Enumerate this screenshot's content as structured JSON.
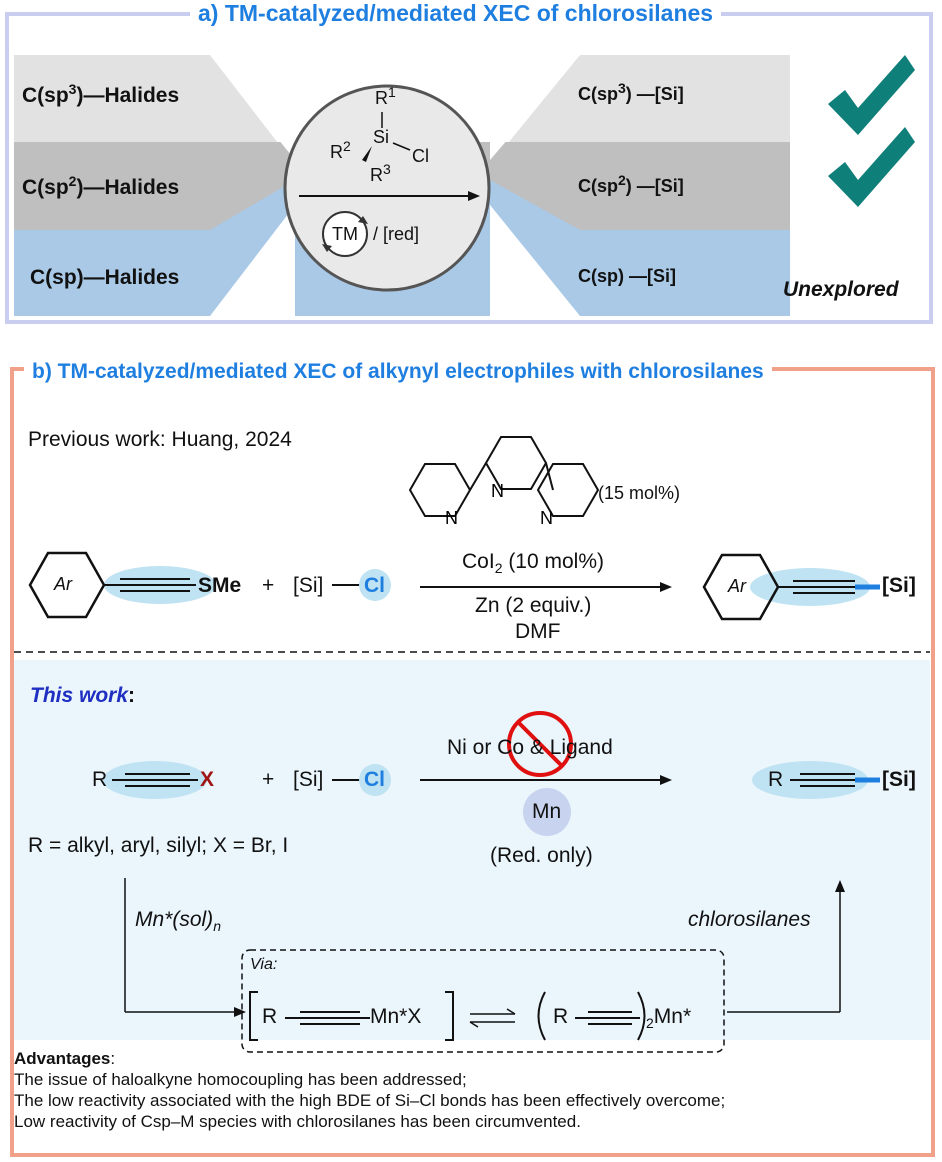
{
  "panel_a": {
    "title": "a) TM-catalyzed/mediated XEC of chlorosilanes",
    "left_rows": [
      "C(sp3)—Halides",
      "C(sp2)—Halides",
      "C(sp)—Halides"
    ],
    "right_rows": [
      "C(sp3) —[Si]",
      "C(sp2) —[Si]",
      "C(sp) —[Si]"
    ],
    "center": {
      "r1": "R1",
      "r2": "R2",
      "r3": "R3",
      "si": "Si",
      "cl": "Cl",
      "tm": "TM",
      "red": "/ [red]"
    },
    "status": [
      "check",
      "check",
      "Unexplored"
    ],
    "colors": {
      "row1": "#e0e0e0",
      "row2": "#bdbdbd",
      "row3": "#a9c9e6",
      "check": "#0f7f7a",
      "border": "#c9cdf0"
    }
  },
  "panel_b": {
    "title": "b) TM-catalyzed/mediated XEC of alkynyl electrophiles with chlorosilanes",
    "previous_work": "Previous work: Huang, 2024",
    "ligand_amount": "(15 mol%)",
    "row1": {
      "ar": "Ar",
      "sme": "SMe",
      "plus": "+",
      "si": "[Si]",
      "cl": "Cl",
      "catalyst": "CoI2 (10 mol%)",
      "reductant": "Zn (2 equiv.)",
      "solvent": "DMF",
      "product_si": "[Si]"
    },
    "this_work": "This work",
    "row2": {
      "r": "R",
      "x": "X",
      "plus": "+",
      "si": "[Si]",
      "cl": "Cl",
      "crossed": "Ni or Co & Ligand",
      "mn": "Mn",
      "red_only": "(Red. only)",
      "product_r": "R",
      "product_si": "[Si]"
    },
    "scope": "R = alkyl, aryl, silyl; X = Br, I",
    "mn_sol": "Mn*(sol)n",
    "chlorosilanes": "chlorosilanes",
    "via": "Via:",
    "intermediate1": "R——Mn*X",
    "intermediate2": "(R——)2Mn*",
    "advantages_title": "Advantages",
    "advantages": [
      "The issue of haloalkyne homocoupling has been addressed;",
      "The low reactivity associated with the high BDE of Si–Cl bonds has been effectively overcome;",
      "Low reactivity of Csp–M species with chlorosilanes has been circumvented."
    ],
    "colors": {
      "border": "#f1a08a",
      "this_work_bg": "#eaf5fc",
      "bond_blue": "#1f7fe0",
      "red_x": "#a01414"
    }
  }
}
